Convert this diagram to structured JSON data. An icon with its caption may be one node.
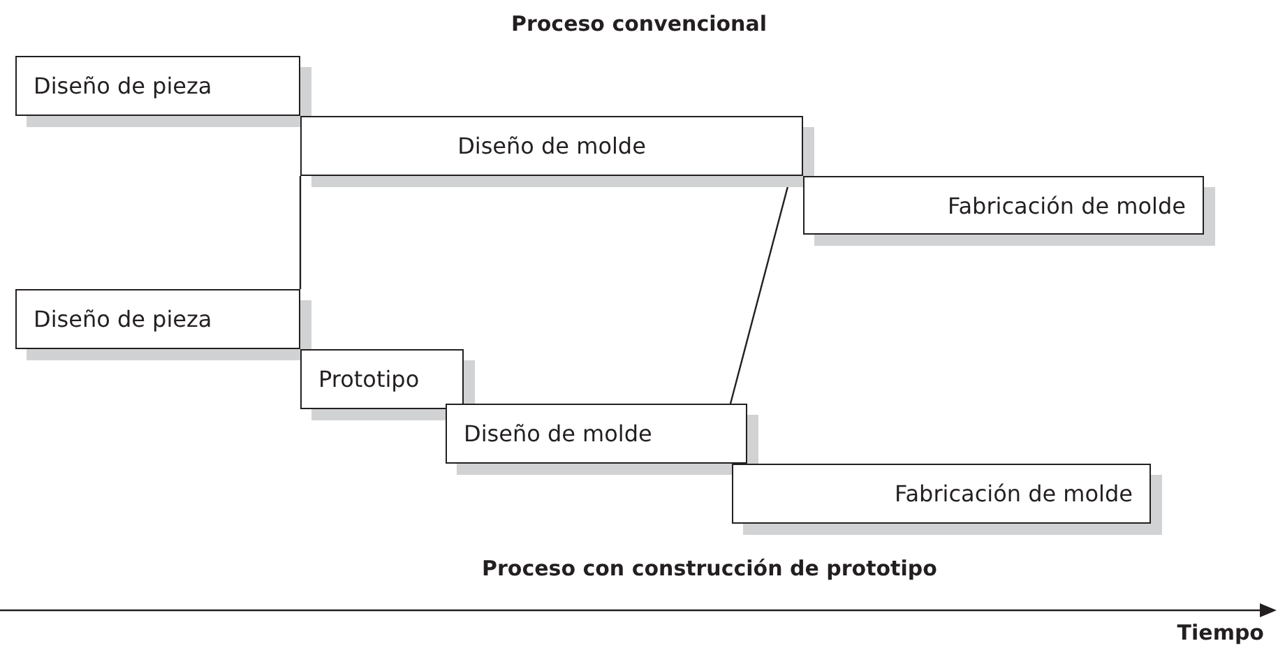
{
  "diagram": {
    "title": "Proceso convencional",
    "nodes": [
      {
        "text": [
          "Diseño de pieza"
        ]
      },
      {
        "text": [
          "Diseño de molde"
        ]
      },
      {
        "text": [
          "Fabricación de molde"
        ]
      },
      {
        "text": [
          "Diseño de pieza"
        ]
      },
      {
        "text": [
          "Prototipo"
        ]
      },
      {
        "text": [
          "Diseño de molde"
        ]
      },
      {
        "text": [
          "Fabricación de molde"
        ]
      }
    ],
    "edges": [
      {
        "from": 1,
        "to": 3,
        "arrow": "none"
      },
      {
        "from": 1,
        "to": 5,
        "arrow": "none"
      }
    ],
    "labels": [
      "Proceso con construcción de prototipo",
      "Tiempo"
    ]
  }
}
